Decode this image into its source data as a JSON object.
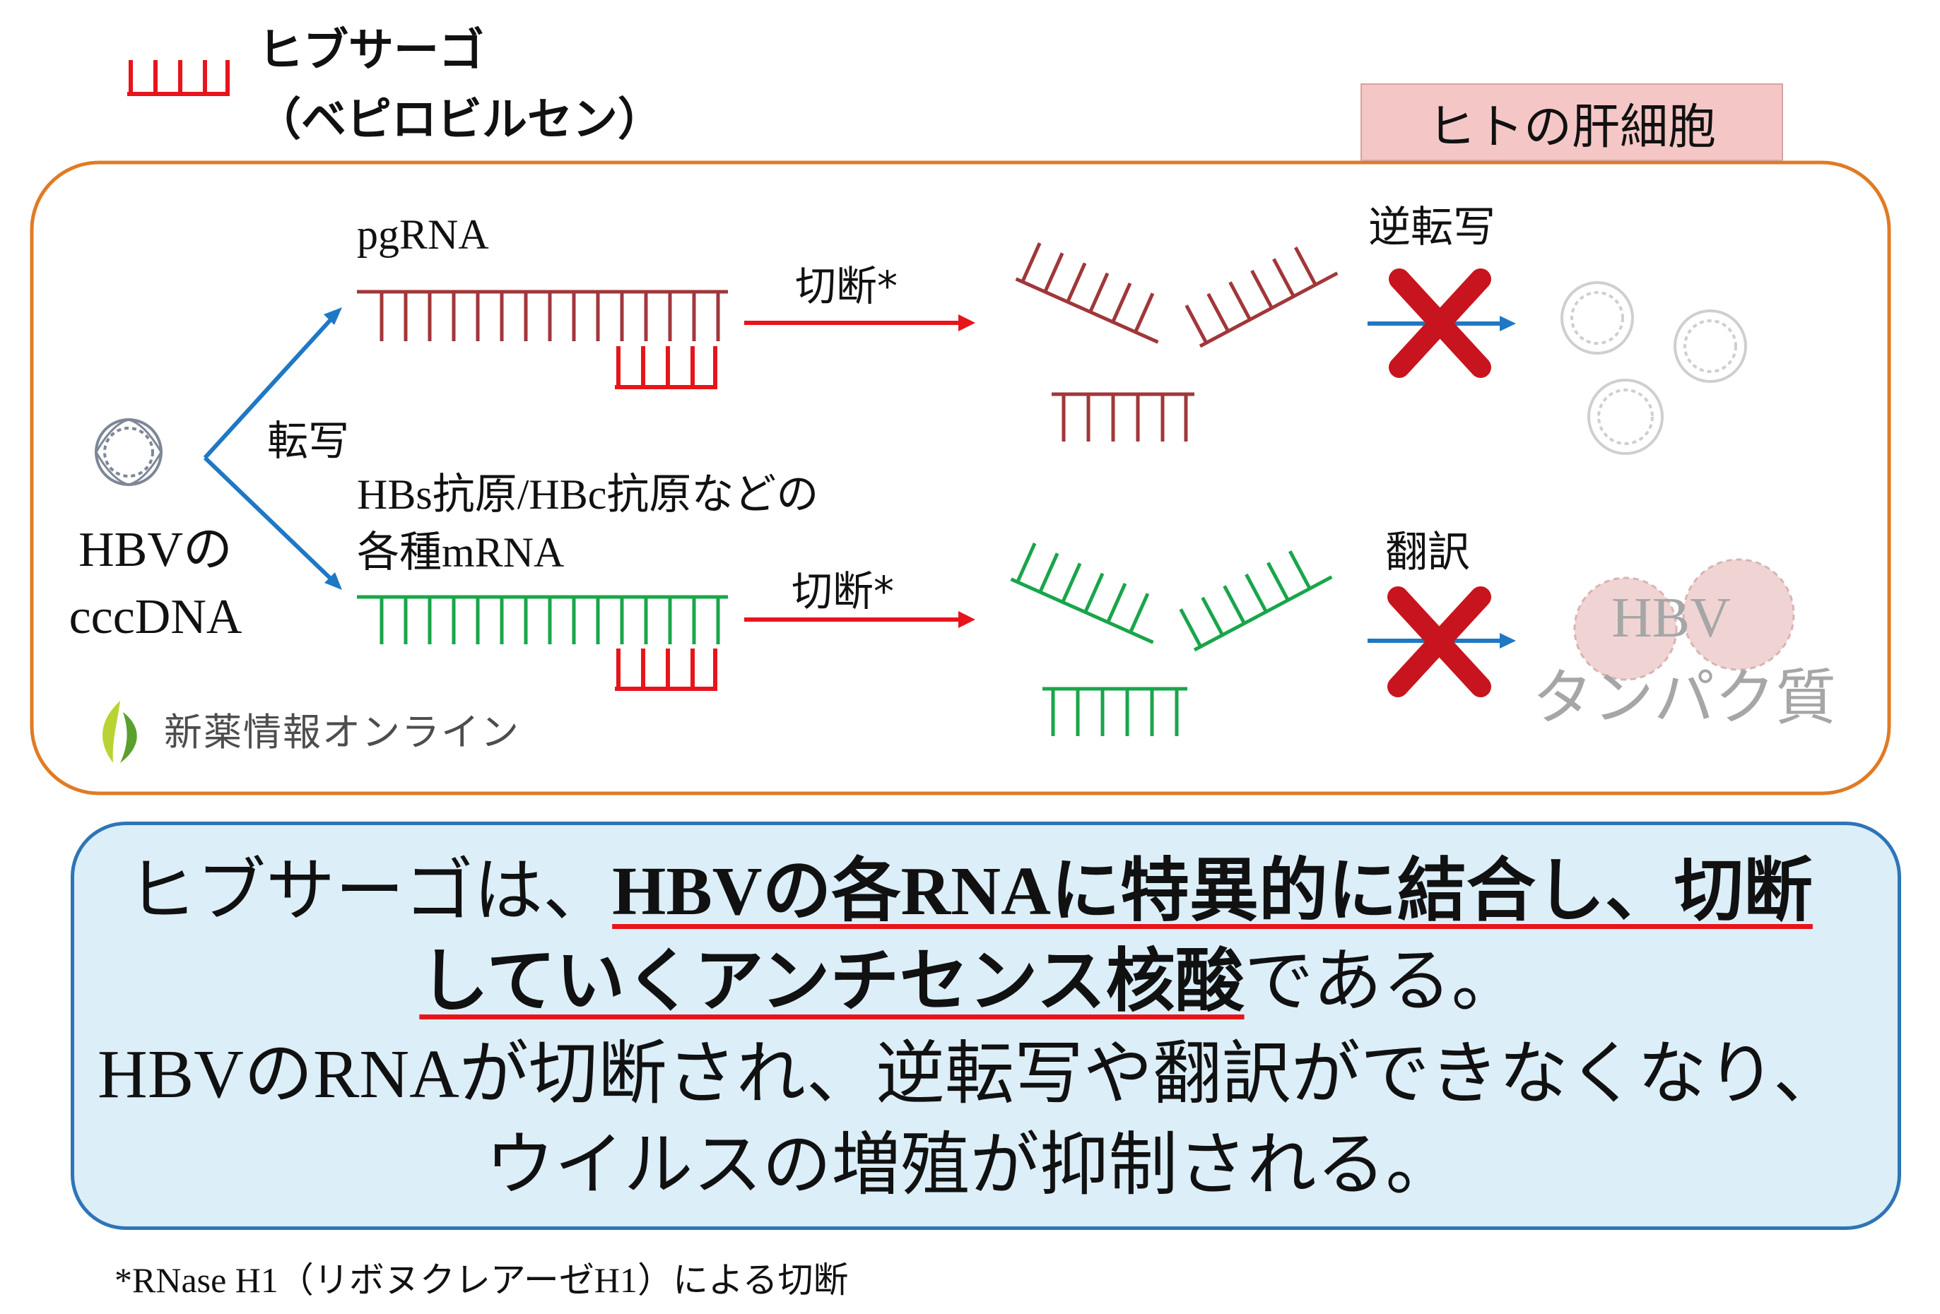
{
  "legend": {
    "line1": "ヒブサーゴ",
    "line2": "（ベピロビルセン）"
  },
  "cell_label": "ヒトの肝細胞",
  "labels": {
    "hbv_line1": "HBVの",
    "hbv_line2": "cccDNA",
    "transcription": "転写",
    "pgrna": "pgRNA",
    "mrna_line1": "HBs抗原/HBc抗原などの",
    "mrna_line2": "各種mRNA",
    "cleave_top": "切断*",
    "cleave_bottom": "切断*",
    "reverse_transcription": "逆転写",
    "translation": "翻訳",
    "protein_line1": "HBV",
    "protein_line2": "タンパク質"
  },
  "watermark": "新薬情報オンライン",
  "summary": {
    "l1_plain": "ヒブサーゴは、",
    "l1_emph": "HBVの各RNAに特異的に結合し、切断",
    "l2_emph": "していくアンチセンス核酸",
    "l2_plain": "である。",
    "l3": "HBVのRNAが切断され、逆転写や翻訳ができなくなり、",
    "l4": "ウイルスの増殖が抑制される。"
  },
  "footnote": "*RNase H1（リボヌクレアーゼH1）による切断",
  "colors": {
    "cell_border": "#e07b24",
    "drug": "#e8141b",
    "pgrna": "#a0373a",
    "mrna": "#1aa54b",
    "arrow_blue": "#1f78c4",
    "cross": "#c8141e",
    "summary_fill": "#dceef8",
    "summary_border": "#2e75b6",
    "label_tab": "#f4c7c6"
  }
}
